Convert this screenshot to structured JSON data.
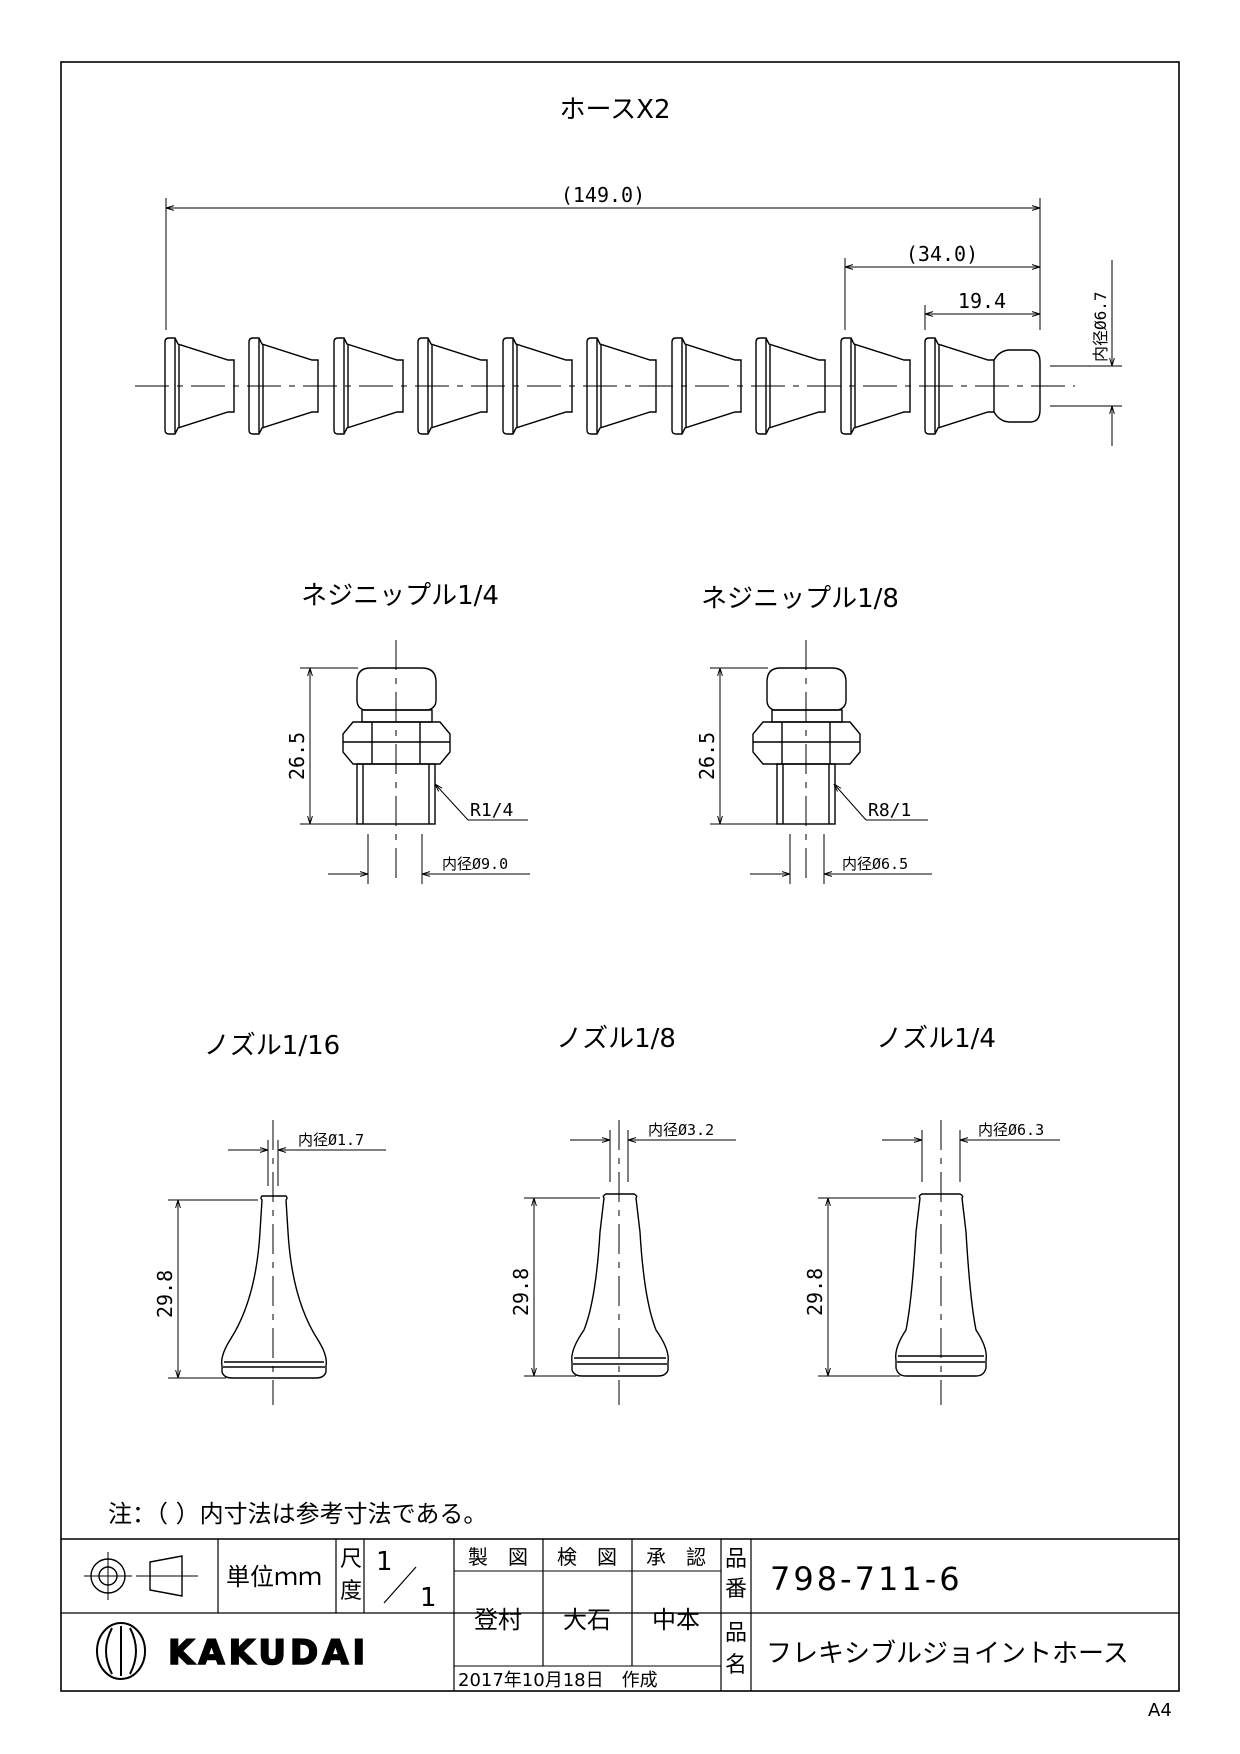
{
  "drawing": {
    "hose": {
      "title": "ホースX2",
      "dim_overall": "(149.0)",
      "dim_segment": "(34.0)",
      "dim_pitch": "19.4",
      "dim_inner": "内径Ø6.7"
    },
    "nipple_quarter": {
      "title": "ネジニップル1/4",
      "height": "26.5",
      "thread": "R1/4",
      "inner": "内径Ø9.0"
    },
    "nipple_eighth": {
      "title": "ネジニップル1/8",
      "height": "26.5",
      "thread": "R8/1",
      "inner": "内径Ø6.5"
    },
    "nozzle_16": {
      "title": "ノズル1/16",
      "height": "29.8",
      "inner": "内径Ø1.7"
    },
    "nozzle_8": {
      "title": "ノズル1/8",
      "height": "29.8",
      "inner": "内径Ø3.2"
    },
    "nozzle_4": {
      "title": "ノズル1/4",
      "height": "29.8",
      "inner": "内径Ø6.3"
    },
    "note": "注：（ ）内寸法は参考寸法である。"
  },
  "title_block": {
    "unit": "単位ｍｍ",
    "scale_label_1": "尺",
    "scale_label_2": "度",
    "scale_num": "1",
    "scale_den": "1",
    "made_label": "製　図",
    "check_label": "検　図",
    "approve_label": "承　認",
    "made_by": "登村",
    "check_by": "大石",
    "approve_by": "中本",
    "part_no_label_1": "品",
    "part_no_label_2": "番",
    "part_no": "798-711-6",
    "part_name_label_1": "品",
    "part_name_label_2": "名",
    "part_name": "フレキシブルジョイントホース",
    "brand": "KAKUDAI",
    "date": "2017年10月18日　作成",
    "paper_size": "A4"
  }
}
